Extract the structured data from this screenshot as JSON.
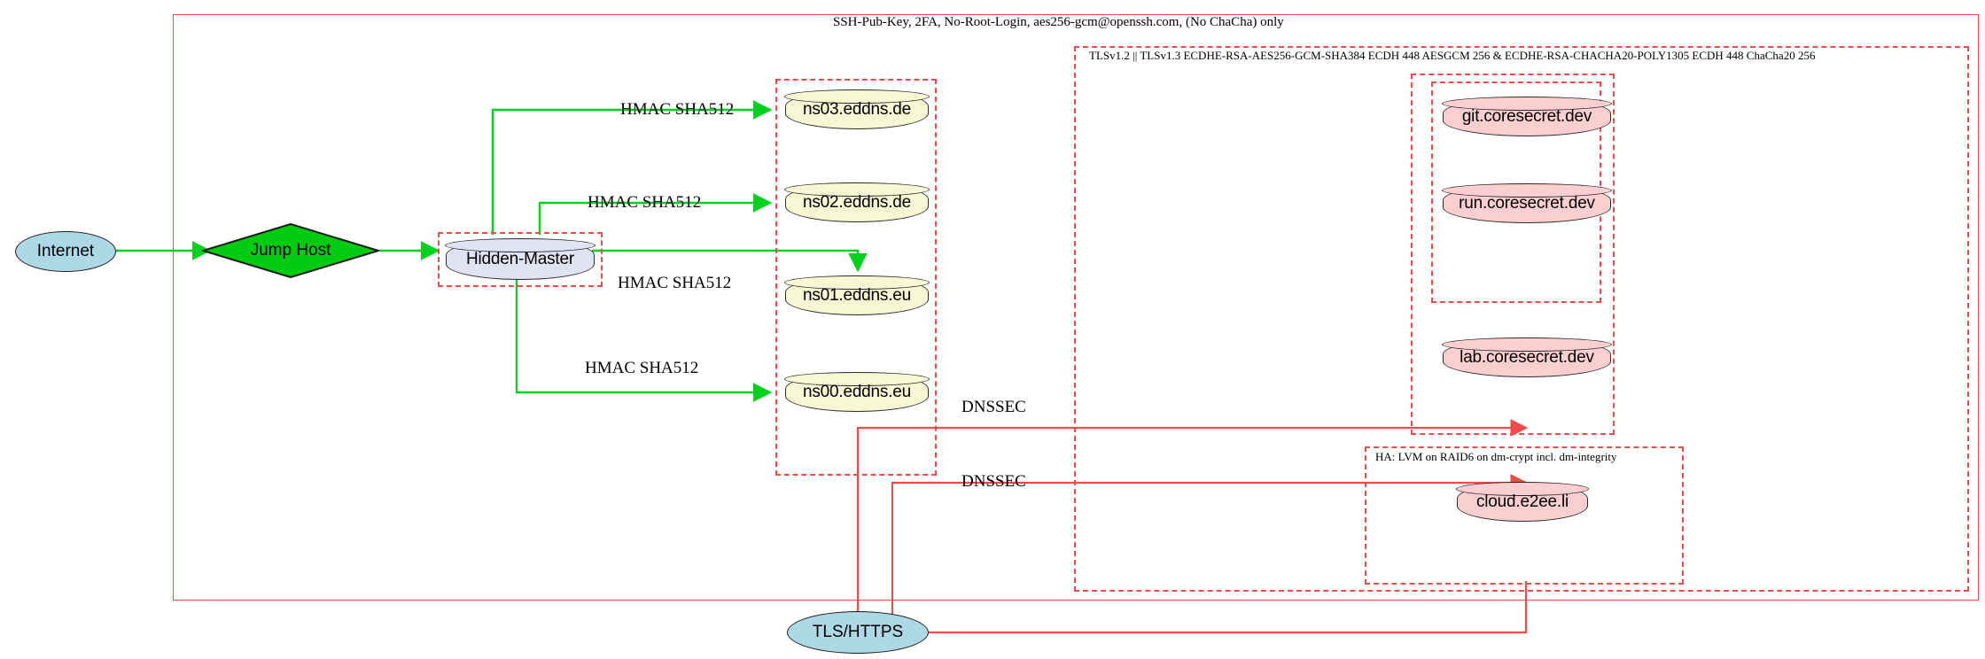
{
  "diagram": {
    "title_labels": {
      "outer_security": "SSH-Pub-Key, 2FA, No-Root-Login, aes256-gcm@openssh.com, (No ChaCha) only",
      "tls_cluster": "TLSv1.2 || TLSv1.3 ECDHE-RSA-AES256-GCM-SHA384 ECDH 448 AESGCM 256 & ECDHE-RSA-CHACHA20-POLY1305 ECDH 448 ChaCha20 256",
      "ha_cluster": "HA: LVM on RAID6 on dm-crypt incl. dm-integrity"
    },
    "nodes": {
      "internet": "Internet",
      "jump_host": "Jump Host",
      "hidden_master": "Hidden-Master",
      "ns03": "ns03.eddns.de",
      "ns02": "ns02.eddns.de",
      "ns01": "ns01.eddns.eu",
      "ns00": "ns00.eddns.eu",
      "git": "git.coresecret.dev",
      "run": "run.coresecret.dev",
      "lab": "lab.coresecret.dev",
      "cloud": "cloud.e2ee.li",
      "tls_https": "TLS/HTTPS"
    },
    "edge_labels": {
      "hmac_ns03": "HMAC SHA512",
      "hmac_ns02": "HMAC SHA512",
      "hmac_ns01": "HMAC SHA512",
      "hmac_ns00": "HMAC SHA512",
      "dnssec_upper": "DNSSEC",
      "dnssec_lower": "DNSSEC"
    },
    "colors": {
      "edge_green": "#00d11e",
      "edge_red": "#f04b4b",
      "cluster_border": "#f04b4b",
      "node_yellow": "#f7f7d4",
      "node_pink": "#fbcfcf",
      "node_lavender": "#e2e2f5",
      "node_blue": "#add8e6",
      "node_diamond_green": "#00cc11"
    }
  }
}
